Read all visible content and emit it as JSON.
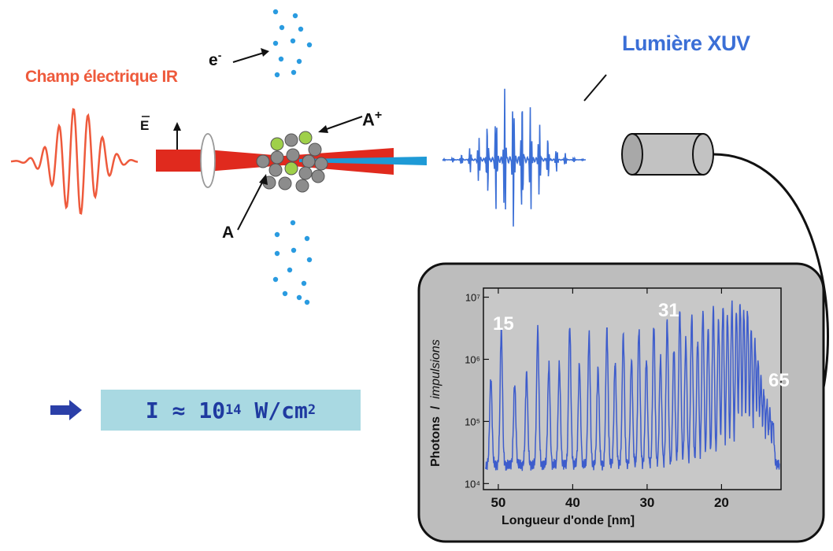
{
  "labels": {
    "ir_field": "Champ électrique IR",
    "xuv_light": "Lumière XUV",
    "electron": "e",
    "electron_sign": "-",
    "ion": "A",
    "ion_sign": "+",
    "atom": "A",
    "field_vector": "E"
  },
  "intensity": {
    "text": "I ≈ 10",
    "exponent": "14",
    "unit": " W/cm",
    "unit_exponent": "2"
  },
  "colors": {
    "ir": "#ee5a3c",
    "xuv": "#3b6fd6",
    "spectrum_line": "#3d5ccc",
    "detector_panel": "#bdbdbd",
    "intensity_box": "#a9d9e2"
  },
  "spectrum": {
    "ylabel_main": "Photons",
    "ylabel_sep": "/",
    "ylabel_unit": "impulsions",
    "xlabel": "Longueur d'onde [nm]",
    "orders": [
      "15",
      "31",
      "65"
    ]
  },
  "chart_data": {
    "type": "line",
    "title": "",
    "xlabel": "Longueur d'onde [nm]",
    "ylabel": "Photons / impulsions",
    "xlim": [
      52,
      12
    ],
    "ylim": [
      8000,
      14000000
    ],
    "yscale": "log",
    "x_ticks": [
      50,
      40,
      30,
      20
    ],
    "y_ticks": [
      10000,
      100000,
      1000000,
      10000000
    ],
    "y_tick_labels": [
      "10⁴",
      "10⁵",
      "10⁶",
      "10⁷"
    ],
    "baseline": 20000,
    "peaks": {
      "x": [
        51.0,
        49.6,
        47.8,
        46.2,
        44.7,
        43.2,
        41.8,
        40.4,
        39.1,
        37.8,
        36.6,
        35.4,
        34.3,
        33.2,
        32.1,
        31.1,
        30.1,
        29.1,
        28.2,
        27.3,
        26.4,
        25.6,
        24.8,
        24.0,
        23.2,
        22.5,
        21.8,
        21.1,
        20.4,
        19.8,
        19.2,
        18.6,
        18.0,
        17.5,
        17.0,
        16.5,
        16.0,
        15.5,
        15.1,
        14.7,
        14.3,
        13.9,
        13.5,
        13.1
      ],
      "y": [
        500000,
        3000000,
        400000,
        600000,
        3000000,
        800000,
        800000,
        3500000,
        800000,
        2500000,
        700000,
        3000000,
        900000,
        2500000,
        1000000,
        3000000,
        1000000,
        3500000,
        1000000,
        4000000,
        1500000,
        6000000,
        2000000,
        5000000,
        2000000,
        6000000,
        3000000,
        6500000,
        4000000,
        7000000,
        5000000,
        7500000,
        6000000,
        8000000,
        6000000,
        6000000,
        3000000,
        2000000,
        1000000,
        500000,
        300000,
        200000,
        150000,
        100000
      ]
    },
    "annotations": [
      {
        "text": "15",
        "x": 49.6
      },
      {
        "text": "31",
        "x": 26.4
      },
      {
        "text": "65",
        "x": 13.1
      }
    ]
  }
}
